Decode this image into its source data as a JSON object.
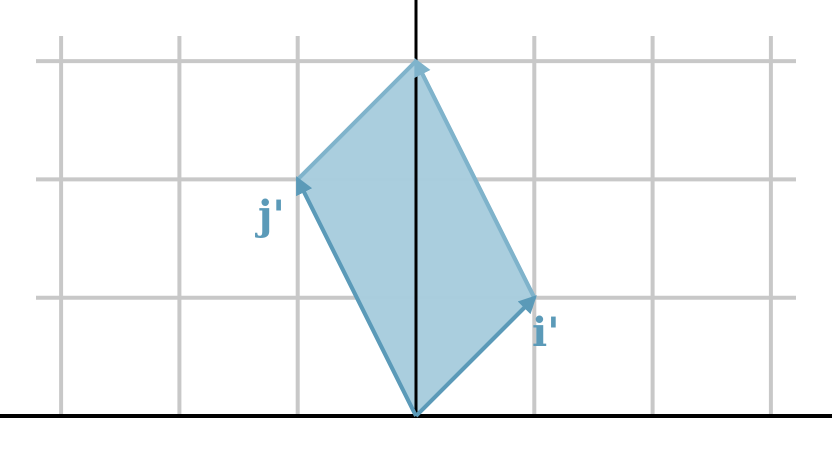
{
  "diagram": {
    "grid_x": [
      -3,
      -2,
      -1,
      0,
      1,
      2,
      3
    ],
    "grid_y": [
      1,
      2,
      3
    ],
    "origin": [
      0,
      0
    ],
    "vectors": {
      "i_prime": {
        "label": "i'",
        "to": [
          1,
          1
        ]
      },
      "j_prime": {
        "label": "j'",
        "to": [
          -1,
          2
        ]
      },
      "sum": {
        "to": [
          0,
          3
        ]
      }
    },
    "parallelogram": [
      [
        0,
        0
      ],
      [
        1,
        1
      ],
      [
        0,
        3
      ],
      [
        -1,
        2
      ]
    ],
    "colors": {
      "grid": "#c8c8c8",
      "axis": "#000000",
      "vector": "#5b9ab8",
      "vector_light": "#7fb3cb",
      "fill": "#a8cddd",
      "label": "#5b9ab8"
    }
  }
}
